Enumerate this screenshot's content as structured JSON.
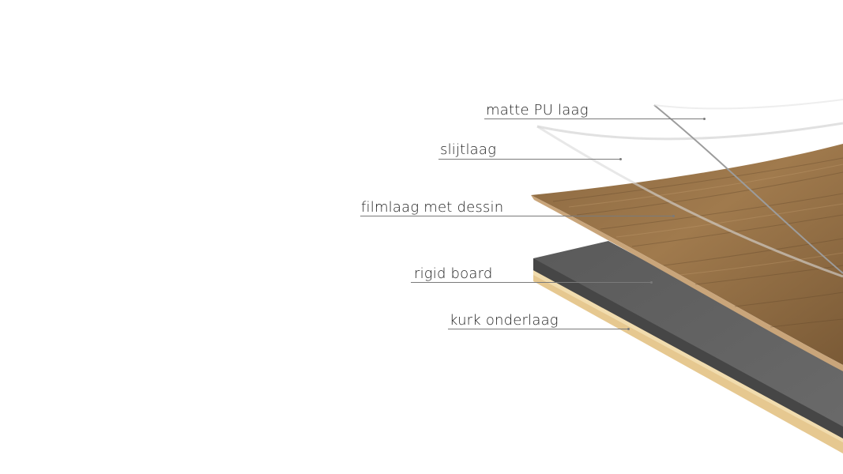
{
  "layers": [
    {
      "id": "pu",
      "label": "matte PU laag"
    },
    {
      "id": "wear",
      "label": "slijtlaag"
    },
    {
      "id": "film",
      "label": "filmlaag met dessin"
    },
    {
      "id": "rigid",
      "label": "rigid board"
    },
    {
      "id": "cork",
      "label": "kurk onderlaag"
    }
  ],
  "colors": {
    "background": "#ffffff",
    "wood_light": "#a67c4e",
    "wood_dark": "#6f5232",
    "rigid_board": "#5c5c5c",
    "cork": "#f0d9a6",
    "leader_line": "#7a7a7a",
    "text": "#222222"
  }
}
